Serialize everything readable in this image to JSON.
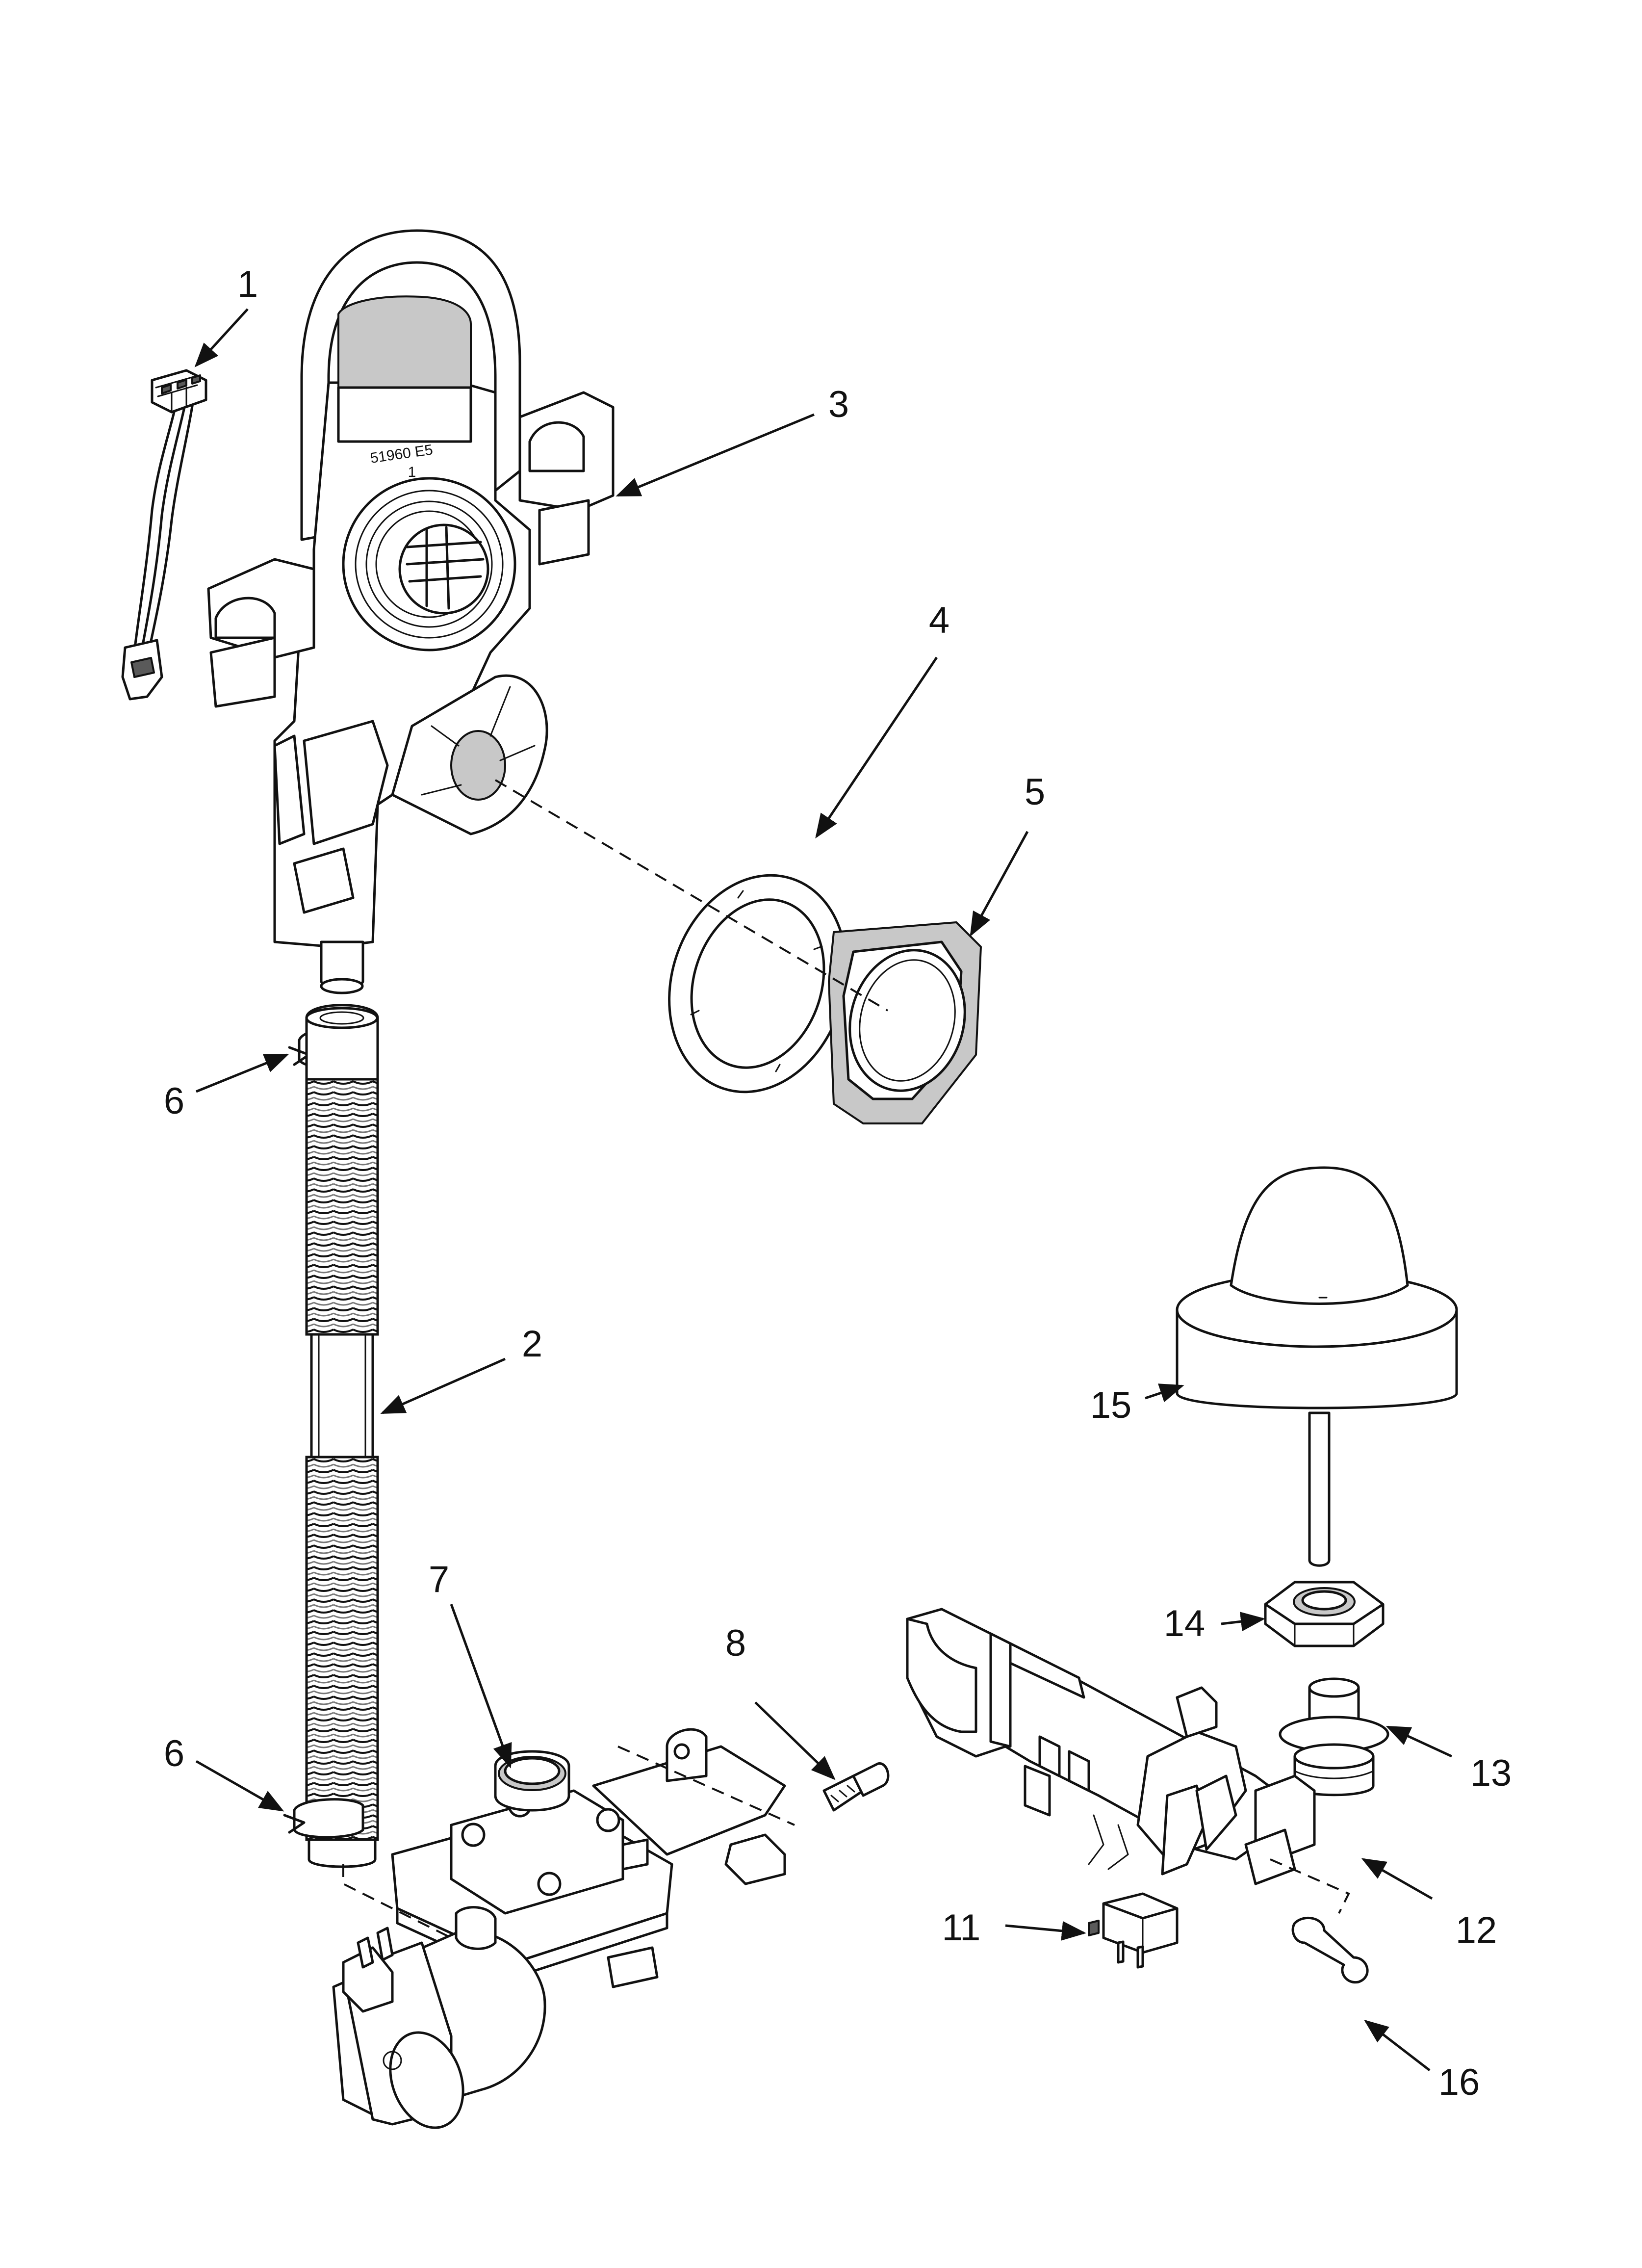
{
  "part_stamp": [
    "51960 E5",
    "1"
  ],
  "callouts": [
    {
      "id": "1",
      "label": "1"
    },
    {
      "id": "2",
      "label": "2"
    },
    {
      "id": "3",
      "label": "3"
    },
    {
      "id": "4",
      "label": "4"
    },
    {
      "id": "5",
      "label": "5"
    },
    {
      "id": "6a",
      "label": "6"
    },
    {
      "id": "6b",
      "label": "6"
    },
    {
      "id": "7",
      "label": "7"
    },
    {
      "id": "8",
      "label": "8"
    },
    {
      "id": "11",
      "label": "11"
    },
    {
      "id": "12",
      "label": "12"
    },
    {
      "id": "13",
      "label": "13"
    },
    {
      "id": "14",
      "label": "14"
    },
    {
      "id": "15",
      "label": "15"
    },
    {
      "id": "16",
      "label": "16"
    }
  ]
}
